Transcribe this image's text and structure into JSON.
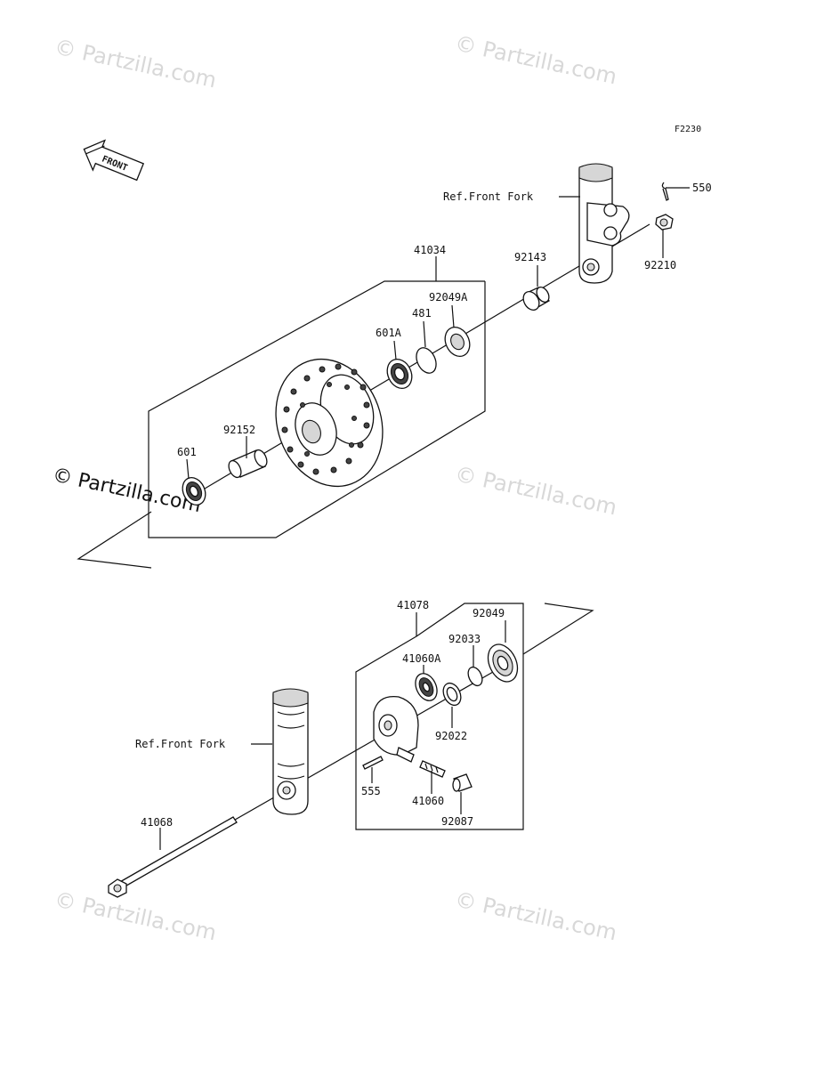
{
  "figure_code": "F2230",
  "front_arrow_text": "FRONT",
  "watermarks": {
    "text": "© Partzilla.com",
    "dark_text": "© Partzilla.com"
  },
  "references": {
    "front_fork_upper": "Ref.Front Fork",
    "front_fork_lower": "Ref.Front Fork"
  },
  "callouts": {
    "c550": "550",
    "c92210": "92210",
    "c92143": "92143",
    "c41034": "41034",
    "c92049A": "92049A",
    "c481": "481",
    "c601A": "601A",
    "c92152": "92152",
    "c601": "601",
    "c41078": "41078",
    "c92049": "92049",
    "c92033": "92033",
    "c41060A": "41060A",
    "c92022": "92022",
    "c555": "555",
    "c41060": "41060",
    "c92087": "92087",
    "c41068": "41068"
  },
  "icons": [
    "front-direction-arrow",
    "wheel-hub",
    "front-fork",
    "axle",
    "bearing",
    "speedometer-gear-housing"
  ],
  "colors": {
    "line": "#111111",
    "watermark": "#d8d8d8",
    "background": "#ffffff"
  }
}
